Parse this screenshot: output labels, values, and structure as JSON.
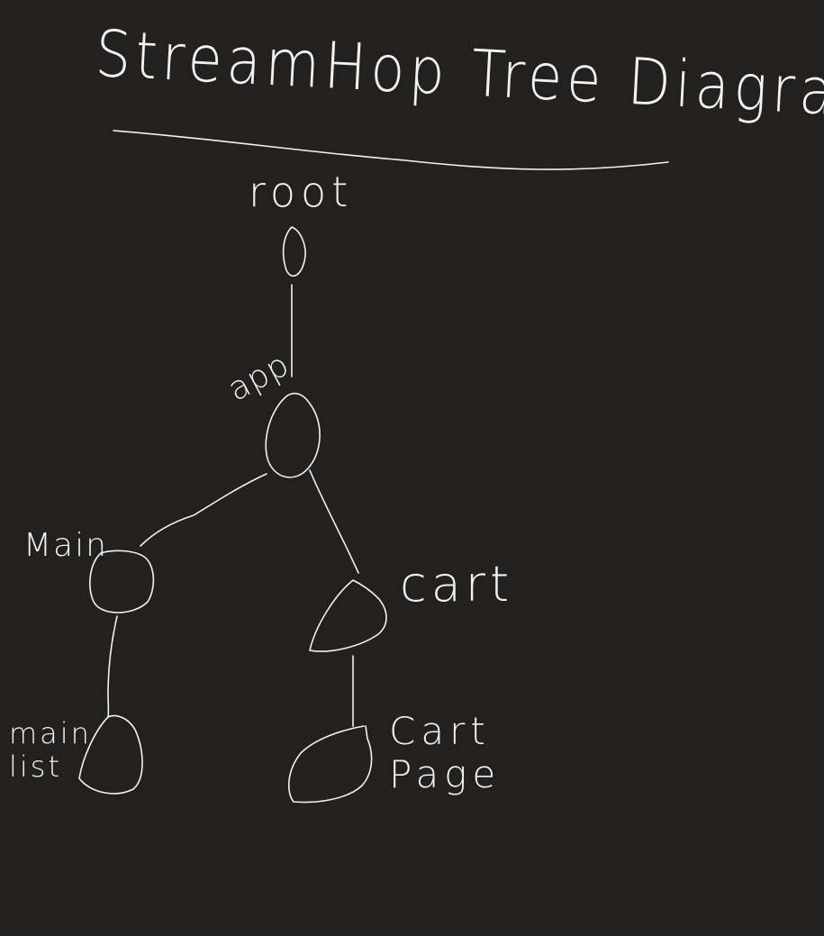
{
  "diagram": {
    "title": "StreamHop Tree Diagram",
    "nodes": [
      {
        "id": "root",
        "label": "root"
      },
      {
        "id": "app",
        "label": "app"
      },
      {
        "id": "main",
        "label": "Main"
      },
      {
        "id": "cart",
        "label": "cart"
      },
      {
        "id": "main_list",
        "label": "main\nlist"
      },
      {
        "id": "cart_page",
        "label": "Cart\nPage"
      }
    ],
    "edges": [
      {
        "from": "root",
        "to": "app"
      },
      {
        "from": "app",
        "to": "main"
      },
      {
        "from": "app",
        "to": "cart"
      },
      {
        "from": "main",
        "to": "main_list"
      },
      {
        "from": "cart",
        "to": "cart_page"
      }
    ],
    "ink_color": "#f2f2f2",
    "background_color": "#222120"
  }
}
